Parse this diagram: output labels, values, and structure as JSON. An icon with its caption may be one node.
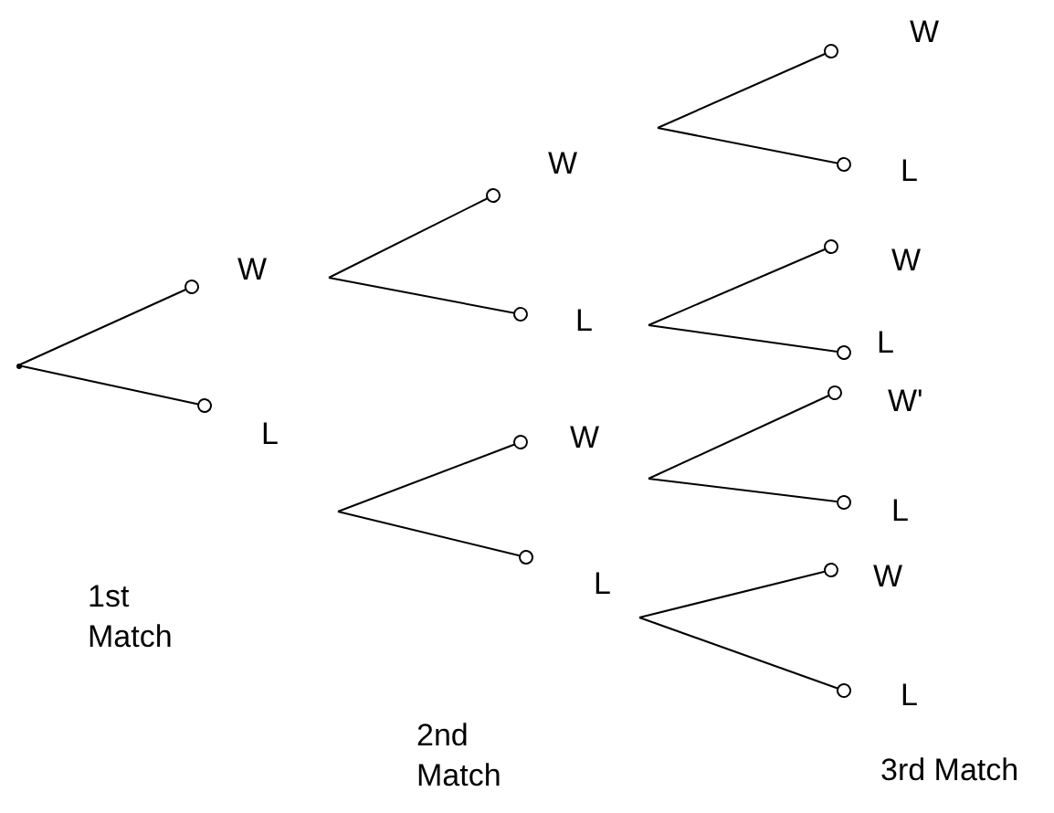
{
  "diagram": {
    "nodes": [
      {
        "text": [],
        "shape": "point"
      },
      {
        "text": [
          "W"
        ]
      },
      {
        "text": [
          "L"
        ]
      },
      {
        "text": [
          "W"
        ]
      },
      {
        "text": [
          "L"
        ]
      },
      {
        "text": [
          "W"
        ]
      },
      {
        "text": [
          "L"
        ]
      },
      {
        "text": [
          "W"
        ]
      },
      {
        "text": [
          "L"
        ]
      },
      {
        "text": [
          "W"
        ]
      },
      {
        "text": [
          "L"
        ]
      },
      {
        "text": [
          "W'"
        ]
      },
      {
        "text": [
          "L"
        ]
      },
      {
        "text": [
          "W"
        ]
      },
      {
        "text": [
          "L"
        ]
      }
    ],
    "edges": [
      {
        "from": 0,
        "to": 1,
        "arrow": "other"
      },
      {
        "from": 0,
        "to": 2,
        "arrow": "other"
      },
      {
        "from": 1,
        "to": 3,
        "arrow": "other"
      },
      {
        "from": 1,
        "to": 4,
        "arrow": "other"
      },
      {
        "from": 2,
        "to": 5,
        "arrow": "other"
      },
      {
        "from": 2,
        "to": 6,
        "arrow": "other"
      },
      {
        "from": 3,
        "to": 7,
        "arrow": "other"
      },
      {
        "from": 3,
        "to": 8,
        "arrow": "other"
      },
      {
        "from": 4,
        "to": 9,
        "arrow": "other"
      },
      {
        "from": 4,
        "to": 10,
        "arrow": "other"
      },
      {
        "from": 5,
        "to": 11,
        "arrow": "other"
      },
      {
        "from": 5,
        "to": 12,
        "arrow": "other"
      },
      {
        "from": 6,
        "to": 13,
        "arrow": "other"
      },
      {
        "from": 6,
        "to": 14,
        "arrow": "other"
      }
    ],
    "labels": [
      "1st Match",
      "2nd Match",
      "3rd Match"
    ]
  }
}
